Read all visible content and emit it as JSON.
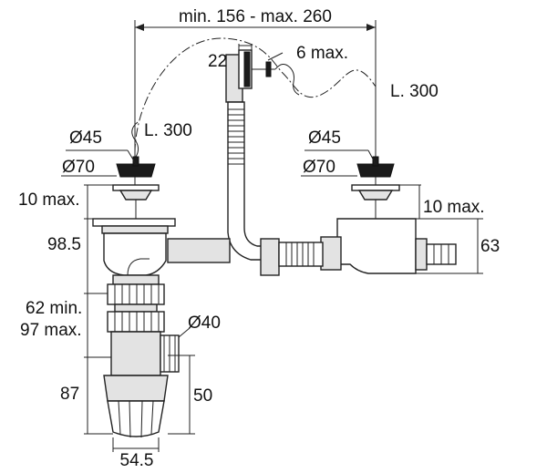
{
  "dimensions": {
    "top_span": "min. 156 - max. 260",
    "overflow_width": "22",
    "chain_max": "6 max.",
    "chain_length_right": "L. 300",
    "chain_length_left": "L. 300",
    "left_outlet_dia": "Ø45",
    "left_plug_dia": "Ø70",
    "right_outlet_dia": "Ø45",
    "right_plug_dia": "Ø70",
    "left_flange_max": "10 max.",
    "right_flange_max": "10 max.",
    "bowl_height": "98.5",
    "right_height": "63",
    "trap_adjust_min": "62 min.",
    "trap_adjust_max": "97 max.",
    "outlet_dia": "Ø40",
    "trap_height": "87",
    "outlet_height": "50",
    "trap_width": "54.5"
  }
}
